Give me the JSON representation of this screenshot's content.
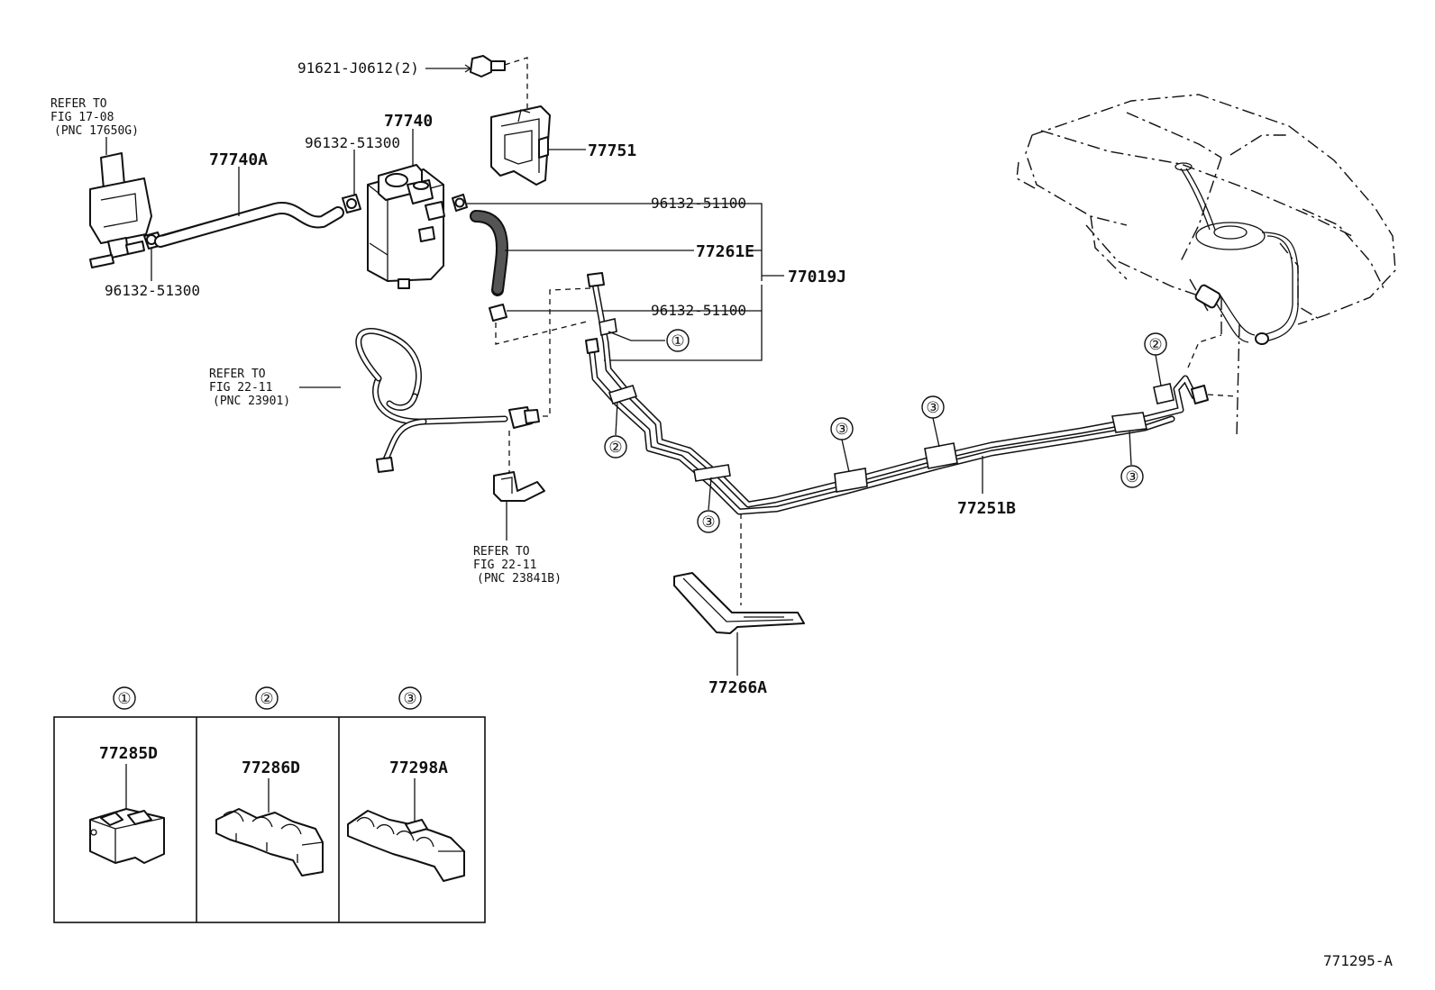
{
  "labels": {
    "bolt": "91621-J0612(2)",
    "refer_vsv_1": "REFER TO",
    "refer_vsv_2": "FIG 17-08",
    "refer_vsv_3": "(PNC 17650G)",
    "hose_a": "77740A",
    "clamp_top": "96132-51300",
    "clamp_left": "96132-51300",
    "canister": "77740",
    "bracket": "77751",
    "clamp_r1": "96132-51100",
    "hose_e": "77261E",
    "tube_assy": "77019J",
    "clamp_r2": "96132-51100",
    "refer_filler_1": "REFER TO",
    "refer_filler_2": "FIG 22-11",
    "refer_filler_3": "(PNC 23901)",
    "refer_bracket_1": "REFER TO",
    "refer_bracket_2": "FIG 22-11",
    "refer_bracket_3": "(PNC 23841B)",
    "tube_b": "77251B",
    "protector": "77266A",
    "clamp_1_part": "77285D",
    "clamp_2_part": "77286D",
    "clamp_3_part": "77298A",
    "diagram_id": "771295-A"
  },
  "callouts": {
    "one": "①",
    "two": "②",
    "three": "③"
  }
}
